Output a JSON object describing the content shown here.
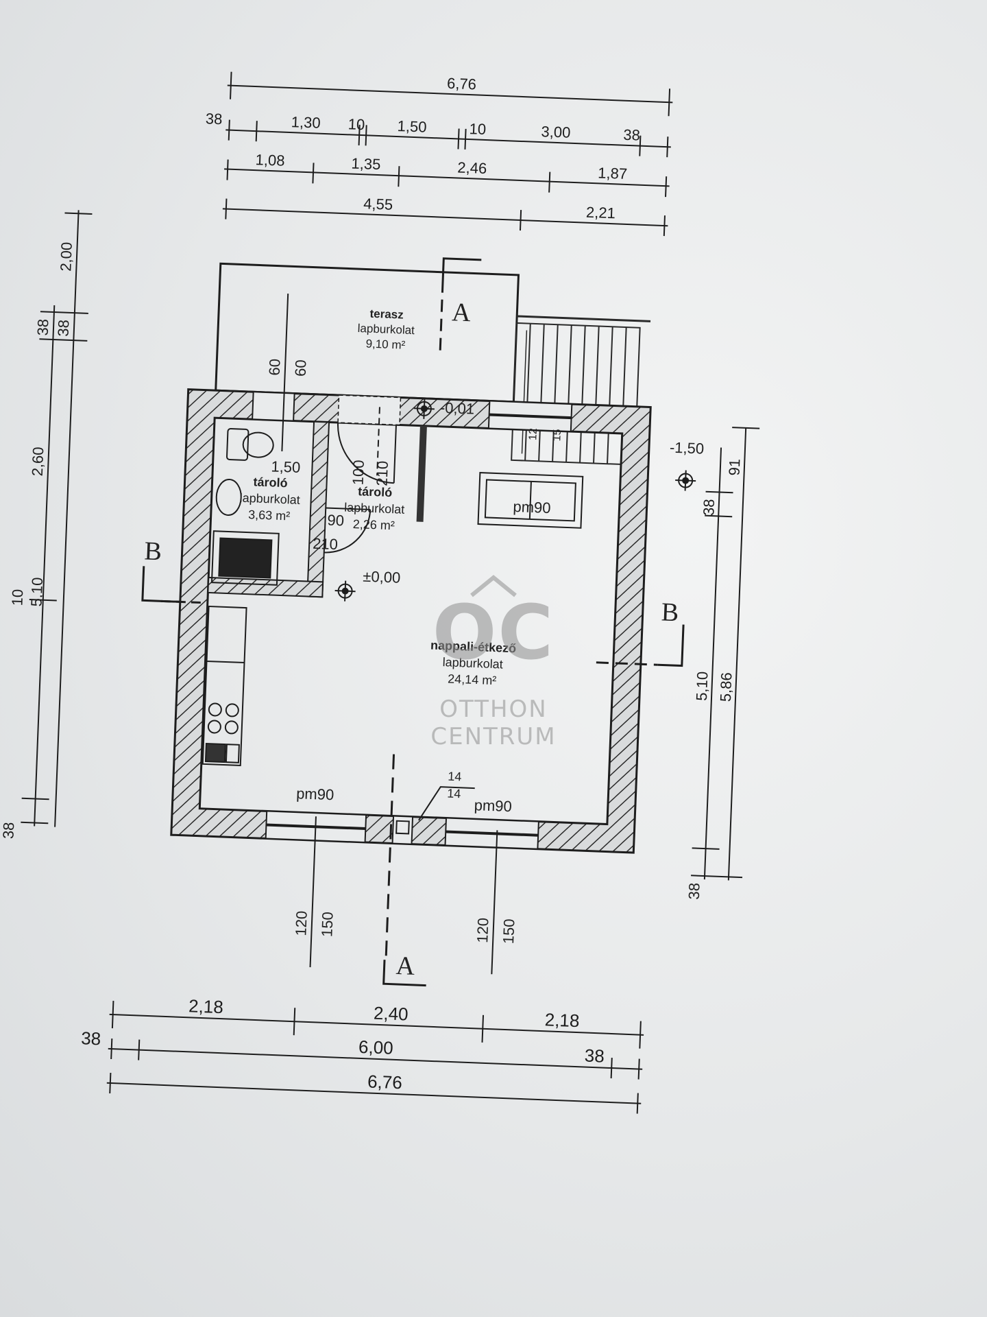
{
  "top_dims": {
    "overall": "6,76",
    "row1": [
      "38",
      "1,30",
      "10",
      "1,50",
      "10",
      "3,00",
      "38"
    ],
    "row2": [
      "1,08",
      "1,35",
      "2,46",
      "1,87"
    ],
    "row3": [
      "4,55",
      "2,21"
    ]
  },
  "bottom_dims": {
    "row1": [
      "2,18",
      "2,40",
      "2,18"
    ],
    "row2": [
      "38",
      "6,00",
      "38"
    ],
    "overall": "6,76"
  },
  "left_dims": [
    "2,00",
    "38",
    "38",
    "2,60",
    "10",
    "5,10",
    "38"
  ],
  "right_dims": [
    "91",
    "38",
    "5,10",
    "5,86",
    "38"
  ],
  "rooms": {
    "terasz": {
      "name": "terasz",
      "finish": "lapburkolat",
      "area": "9,10 m²"
    },
    "taroló1": {
      "name": "tároló",
      "finish": "lapburkolat",
      "area": "3,63 m²"
    },
    "taroló2": {
      "name": "tároló",
      "finish": "lapburkolat",
      "area": "2,26 m²"
    },
    "nappali": {
      "name": "nappali-étkező",
      "finish": "lapburkolat",
      "area": "24,14 m²"
    }
  },
  "levels": {
    "terasz": "-0,01",
    "stair": "-1,50",
    "main": "±0,00"
  },
  "openings": {
    "terasz_door": [
      "60",
      "60"
    ],
    "wc_height": "1,50",
    "door1": [
      "100",
      "210"
    ],
    "door2": [
      "90",
      "210"
    ],
    "top_window": "pm90",
    "bottom_window_left": "pm90",
    "bottom_window_right": "pm90",
    "win_left_dims": [
      "120",
      "150"
    ],
    "win_right_dims": [
      "120",
      "150"
    ],
    "chimney": [
      "14",
      "14"
    ],
    "stair_dims": [
      "12",
      "15"
    ]
  },
  "sections": {
    "a_top": "A",
    "a_bottom": "A",
    "b_left": "B",
    "b_right": "B"
  },
  "watermark": {
    "logo": "OC",
    "line1": "OTTHON",
    "line2": "CENTRUM"
  }
}
